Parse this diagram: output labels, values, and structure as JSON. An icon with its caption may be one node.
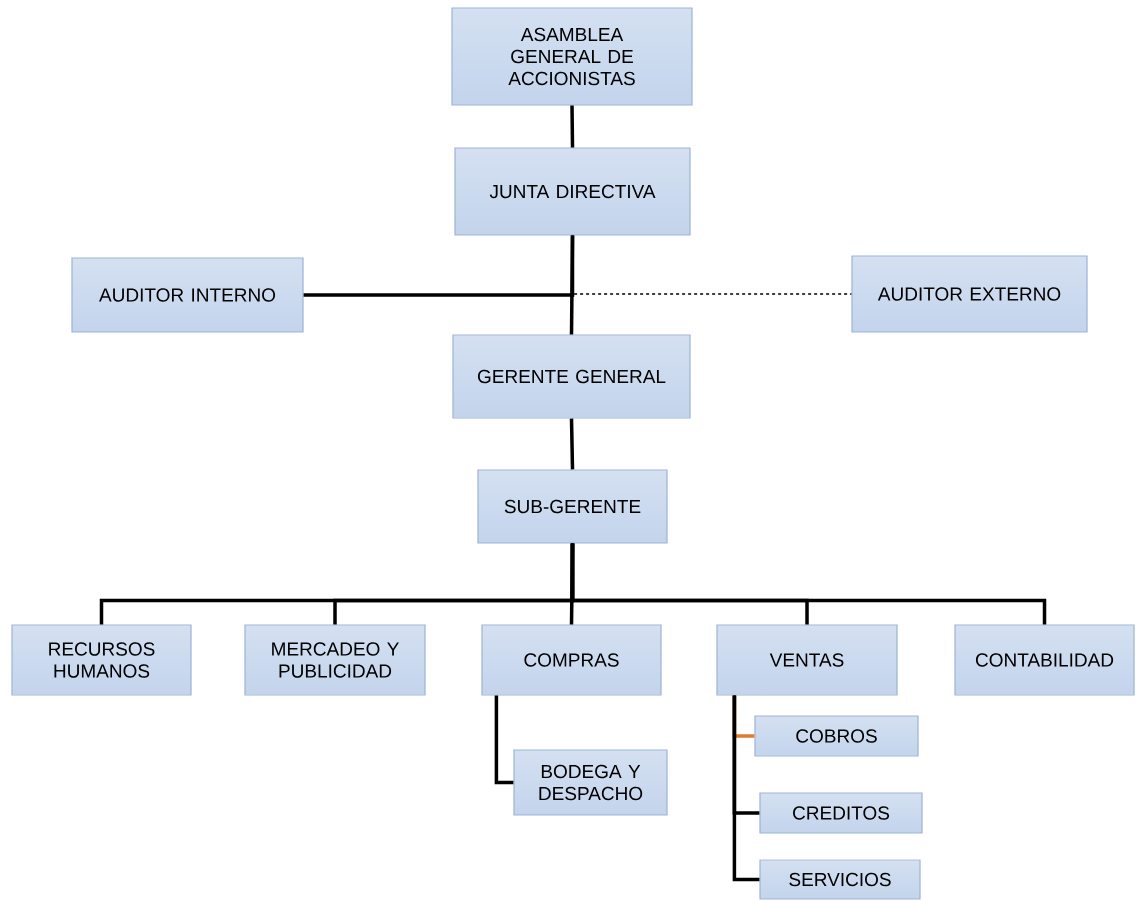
{
  "diagram": {
    "nodes": [
      {
        "text": [
          "ASAMBLEA GENERAL DE ACCIONISTAS"
        ]
      },
      {
        "text": [
          "JUNTA DIRECTIVA"
        ]
      },
      {
        "text": [
          "AUDITOR INTERNO"
        ]
      },
      {
        "text": [
          "AUDITOR EXTERNO"
        ]
      },
      {
        "text": [
          "GERENTE GENERAL"
        ]
      },
      {
        "text": [
          "SUB-GERENTE"
        ]
      },
      {
        "text": [
          "RECURSOS HUMANOS"
        ]
      },
      {
        "text": [
          "MERCADEO Y PUBLICIDAD"
        ]
      },
      {
        "text": [
          "COMPRAS"
        ]
      },
      {
        "text": [
          "VENTAS"
        ]
      },
      {
        "text": [
          "CONTABILIDAD"
        ]
      },
      {
        "text": [
          "BODEGA Y DESPACHO"
        ]
      },
      {
        "text": [
          "COBROS"
        ]
      },
      {
        "text": [
          "CREDITOS"
        ]
      },
      {
        "text": [
          "SERVICIOS"
        ]
      }
    ],
    "edges": [
      {
        "from": 0,
        "to": 1,
        "arrow": "none"
      },
      {
        "from": 1,
        "to": 4,
        "arrow": "none"
      },
      {
        "from": 1,
        "to": 2,
        "arrow": "none"
      },
      {
        "from": 1,
        "to": 3,
        "arrow": "none",
        "style": "dashed"
      },
      {
        "from": 4,
        "to": 5,
        "arrow": "none"
      },
      {
        "from": 5,
        "to": 6,
        "arrow": "none"
      },
      {
        "from": 5,
        "to": 7,
        "arrow": "none"
      },
      {
        "from": 5,
        "to": 8,
        "arrow": "none"
      },
      {
        "from": 5,
        "to": 9,
        "arrow": "none"
      },
      {
        "from": 5,
        "to": 10,
        "arrow": "none"
      },
      {
        "from": 8,
        "to": 11,
        "arrow": "none"
      },
      {
        "from": 9,
        "to": 12,
        "arrow": "none",
        "color": "#e07b2a"
      },
      {
        "from": 9,
        "to": 13,
        "arrow": "none"
      },
      {
        "from": 9,
        "to": 14,
        "arrow": "none"
      }
    ]
  }
}
